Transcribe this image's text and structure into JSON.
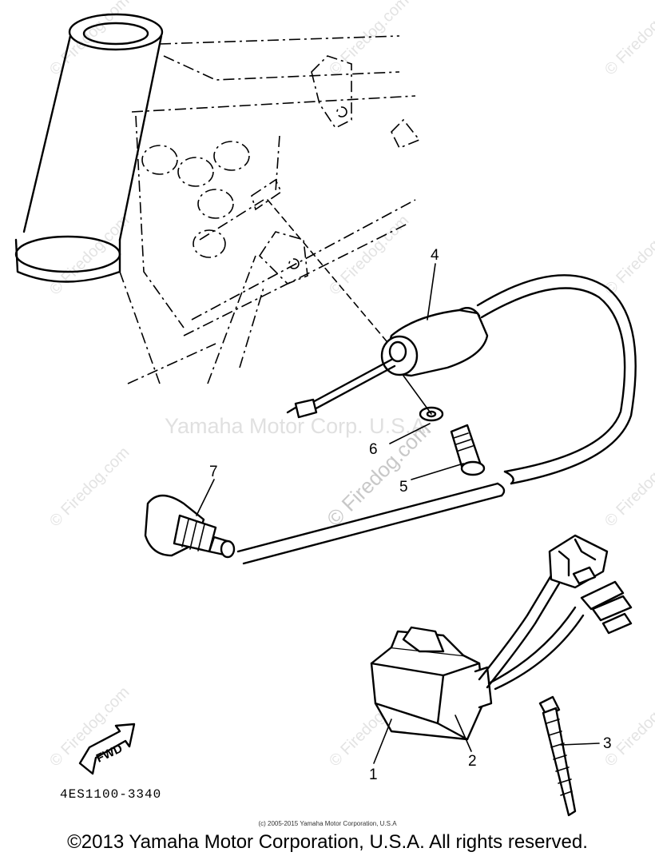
{
  "diagram": {
    "callouts": [
      "1",
      "2",
      "3",
      "4",
      "5",
      "6",
      "7"
    ],
    "diagram_code": "4ES1100-3340",
    "fwd_label": "FWD"
  },
  "watermarks": {
    "center_text": "Yamaha Motor Corp. U.S.A.",
    "site_text": "© Firedog.com"
  },
  "footer": {
    "small_copyright": "(c) 2005-2015 Yamaha Motor Corporation, U.S.A",
    "main_copyright": "©2013 Yamaha Motor Corporation, U.S.A. All rights reserved."
  }
}
